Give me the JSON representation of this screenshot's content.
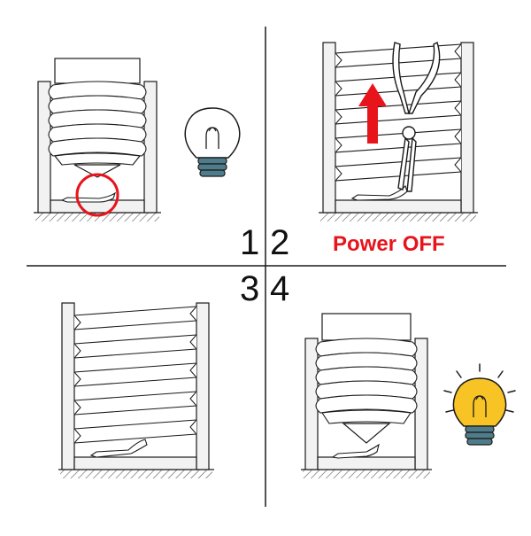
{
  "steps": [
    "1",
    "2",
    "3",
    "4"
  ],
  "caption": "Power OFF",
  "colors": {
    "caption": "#e8141c",
    "arrow": "#e8141c",
    "highlight_circle": "#e8141c",
    "bulb_on": "#f7c325",
    "bulb_base": "#4f7c8a",
    "line": "#1a1a1a"
  },
  "icons": {
    "bulb_off": "light-bulb-off-icon",
    "bulb_on": "light-bulb-on-icon",
    "pliers": "needle-nose-pliers-icon",
    "arrow": "up-arrow-icon"
  }
}
